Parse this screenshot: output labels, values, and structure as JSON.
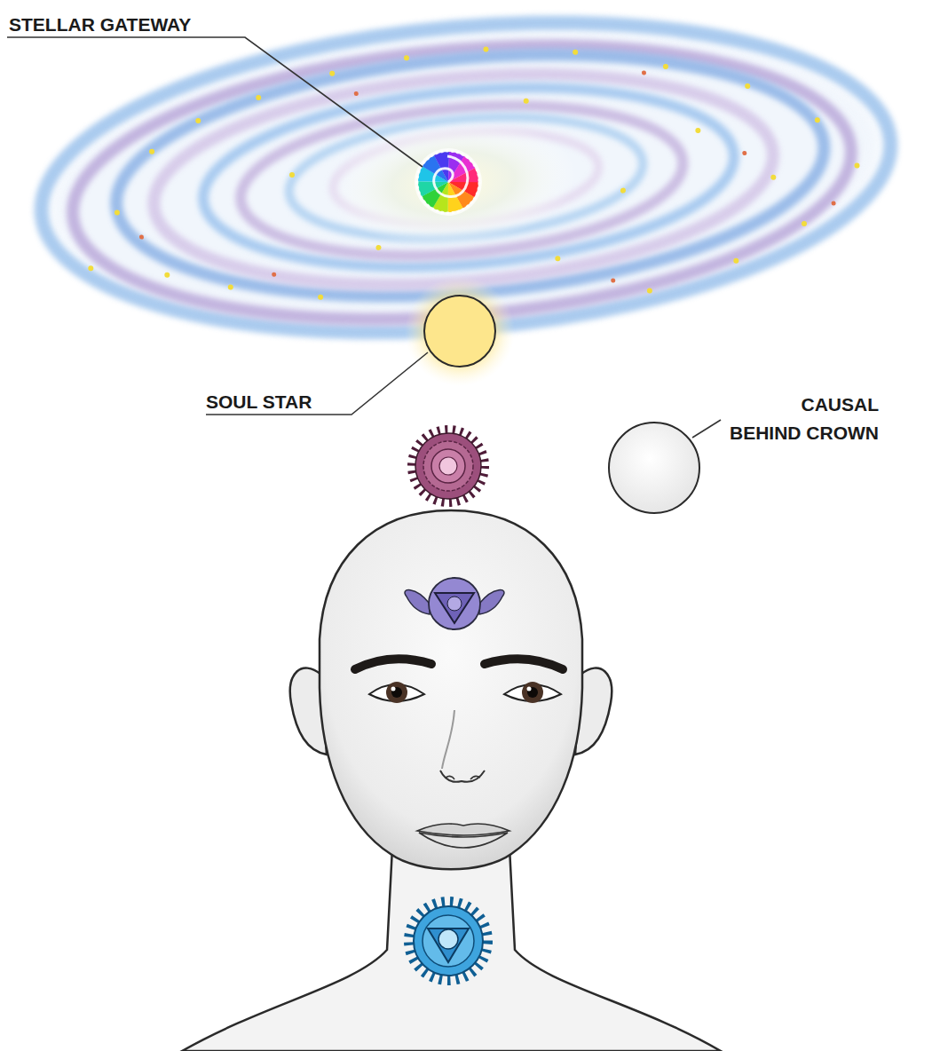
{
  "diagram": {
    "labels": [
      "STELLAR GATEWAY",
      "SOUL STAR",
      "CAUSAL BEHIND CROWN"
    ]
  }
}
